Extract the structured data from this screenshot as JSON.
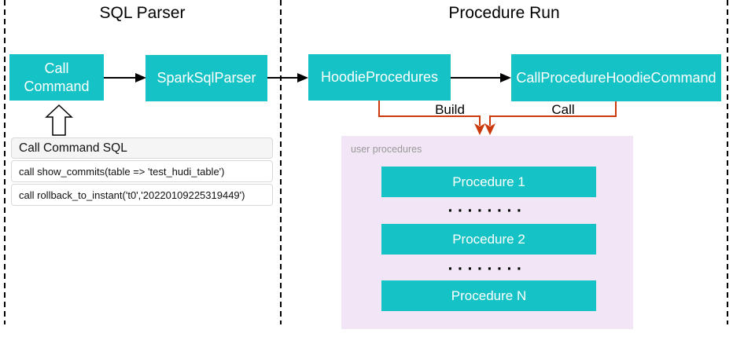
{
  "colors": {
    "teal": "#15c2c5",
    "purple-bg": "#f2e6f6",
    "orange": "#cc3a0c",
    "table-border": "#d8d8d8",
    "table-header-bg": "#f5f5f5",
    "muted-text": "#999999"
  },
  "sections": {
    "sql_parser_title": "SQL Parser",
    "procedure_run_title": "Procedure Run"
  },
  "nodes": {
    "call_command": "Call Command",
    "spark_sql_parser": "SparkSqlParser",
    "hoodie_procedures": "HoodieProcedures",
    "call_procedure_hoodie_command": "CallProcedureHoodieCommand"
  },
  "edges": {
    "build_label": "Build",
    "call_label": "Call"
  },
  "sql_table": {
    "header": "Call Command SQL",
    "rows": [
      "call show_commits(table => 'test_hudi_table')",
      "call rollback_to_instant('t0','20220109225319449')"
    ]
  },
  "user_procedures": {
    "label": "user procedures",
    "items": [
      "Procedure 1",
      "Procedure 2",
      "Procedure N"
    ],
    "dots": "········"
  }
}
